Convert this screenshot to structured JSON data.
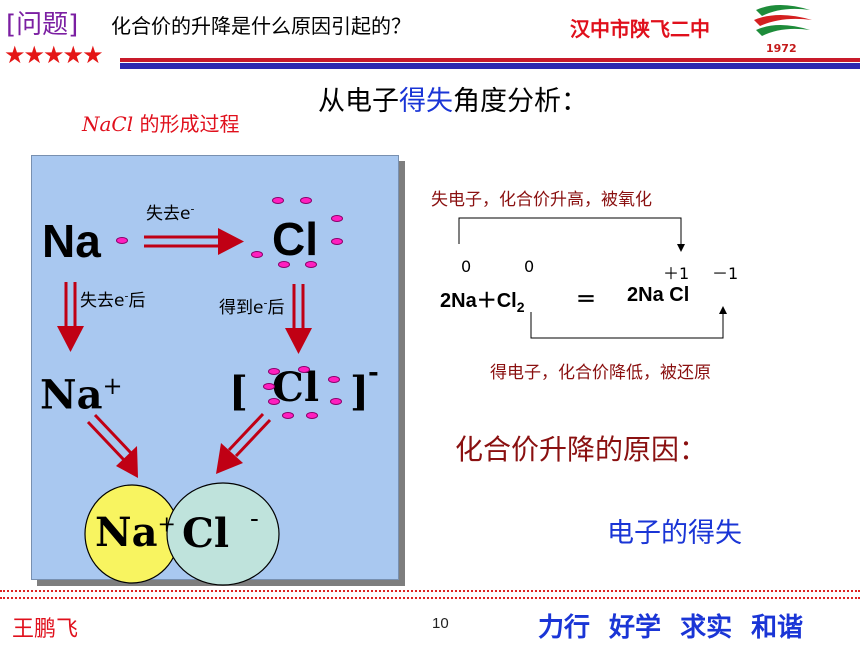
{
  "header": {
    "question_tag": "[问题]",
    "question_text": "化合价的升降是什么原因引起的？",
    "school": "汉中市陕飞二中",
    "logo_year": "1972",
    "stars": "★★★★★"
  },
  "subtitle": {
    "part1": "从电子",
    "highlight": "得失",
    "part2": "角度分析："
  },
  "formation": {
    "title_formula": "NaCl",
    "title_text": " 的形成过程",
    "na": "Na",
    "cl": "Cl",
    "lose_label": "失去e",
    "lose_sup": "-",
    "after_lose_label": "失去e",
    "after_lose_sup": "-",
    "after_lose_tail": "后",
    "after_gain_label": "得到e",
    "after_gain_sup": "-",
    "after_gain_tail": "后",
    "na_ion": "Na",
    "na_ion_charge": "+",
    "cl_ion_open": "[",
    "cl_ion": "Cl",
    "cl_ion_close": "]",
    "cl_ion_charge": "-",
    "circle_na": "Na",
    "circle_na_charge": "+",
    "circle_cl": "Cl",
    "circle_cl_charge": "-"
  },
  "equation": {
    "oxidation_note": "失电子，化合价升高，被氧化",
    "reduction_note": "得电子，化合价降低，被还原",
    "ox_na": "0",
    "ox_cl": "0",
    "ox_prod_na": "＋1",
    "ox_prod_cl": "－1",
    "reactant_na": "2Na＋Cl",
    "reactant_cl_sub": "2",
    "equals": "＝",
    "product": "2Na Cl"
  },
  "reason_label": "化合价升降的原因：",
  "reason_answer": "电子的得失",
  "footer": {
    "author": "王鹏飞",
    "page_number": "10",
    "motto": "力行 好学 求实 和谐"
  },
  "colors": {
    "red": "#e0101c",
    "blue": "#1a35d6",
    "box_blue": "#a9c8f0",
    "dark_red": "#8a1010"
  }
}
